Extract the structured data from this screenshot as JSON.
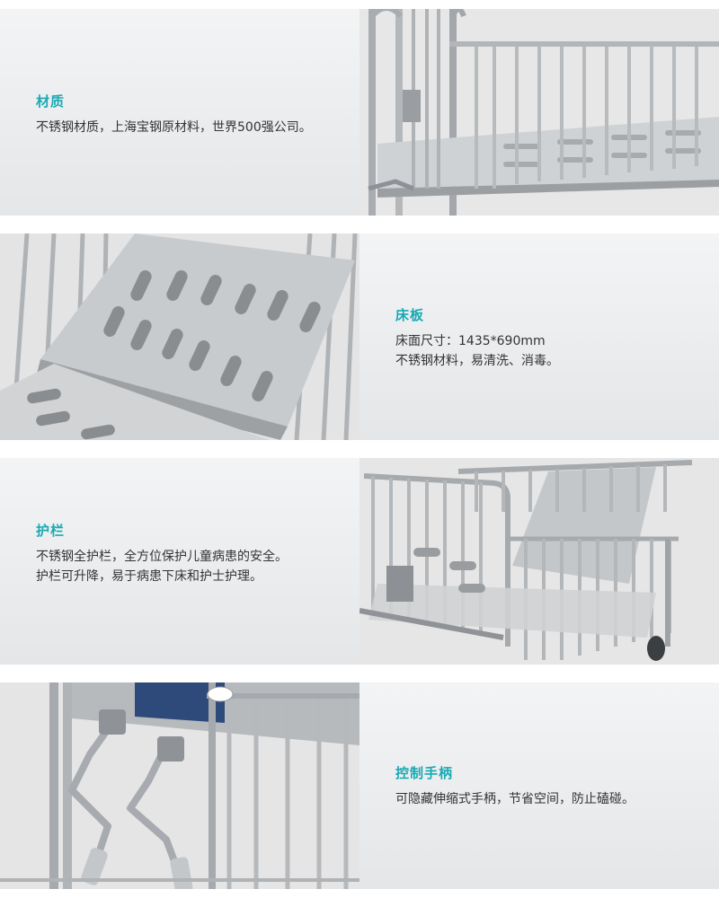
{
  "sections": [
    {
      "title": "材质",
      "lines": [
        "不锈钢材质，上海宝钢原材料，世界500强公司。"
      ]
    },
    {
      "title": "床板",
      "lines": [
        "床面尺寸：1435*690mm",
        "不锈钢材料，易清洗、消毒。"
      ]
    },
    {
      "title": "护栏",
      "lines": [
        "不锈钢全护栏，全方位保护儿童病患的安全。",
        "护栏可升降，易于病患下床和护士护理。"
      ]
    },
    {
      "title": "控制手柄",
      "lines": [
        "可隐藏伸缩式手柄，节省空间，防止磕碰。"
      ]
    }
  ],
  "colors": {
    "title": "#19a9b3",
    "text": "#333333",
    "steel": "#b9bcbf",
    "panel_bg": "#e8e9ea"
  },
  "images": [
    "crib-material-photo",
    "bed-board-photo",
    "side-rail-photo",
    "control-handle-photo"
  ]
}
